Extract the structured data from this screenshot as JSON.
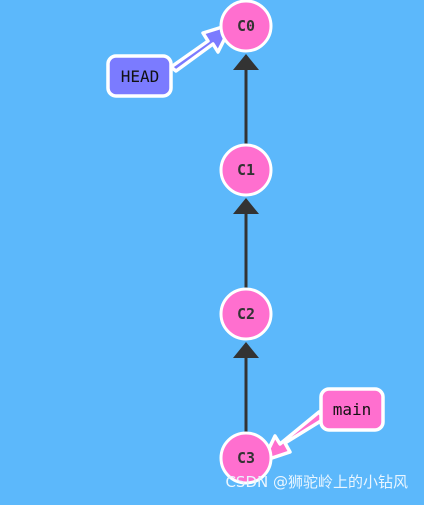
{
  "colors": {
    "background": "#5cb8fb",
    "commit_fill": "#ff6fcf",
    "commit_stroke": "#ffffff",
    "edge": "#333333",
    "head_ref": "#7b7bff",
    "branch_ref": "#ff6fcf"
  },
  "commits": [
    {
      "id": "C0",
      "label": "C0"
    },
    {
      "id": "C1",
      "label": "C1"
    },
    {
      "id": "C2",
      "label": "C2"
    },
    {
      "id": "C3",
      "label": "C3"
    }
  ],
  "edges": [
    {
      "from": "C1",
      "to": "C0"
    },
    {
      "from": "C2",
      "to": "C1"
    },
    {
      "from": "C3",
      "to": "C2"
    }
  ],
  "refs": [
    {
      "name": "HEAD",
      "label": "HEAD",
      "target": "C0",
      "kind": "head"
    },
    {
      "name": "main",
      "label": "main",
      "target": "C3",
      "kind": "branch"
    }
  ],
  "watermark": "CSDN @狮驼岭上的小钻风"
}
